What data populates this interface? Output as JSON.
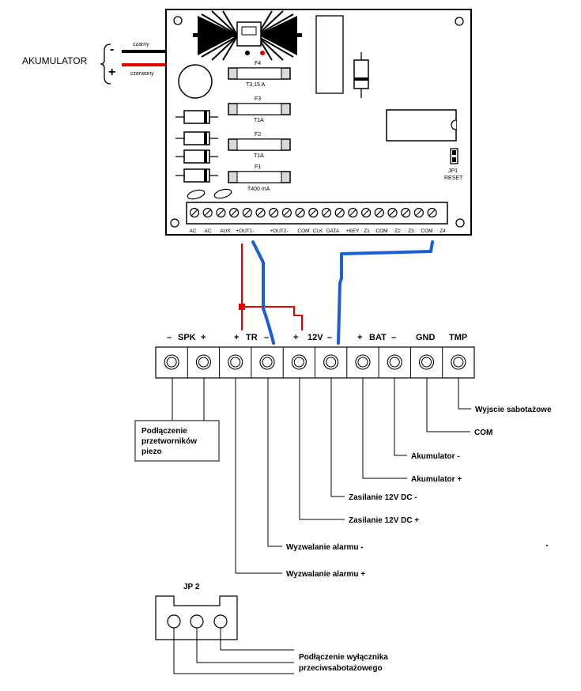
{
  "battery": {
    "label": "AKUMULATOR",
    "minus_sign": "-",
    "plus_sign": "+",
    "black_wire": "czarny",
    "red_wire": "czerwony"
  },
  "board": {
    "fuses": [
      {
        "name": "F4",
        "rating": "T3,15 A"
      },
      {
        "name": "F3",
        "rating": "T1A"
      },
      {
        "name": "F2",
        "rating": "T1A"
      },
      {
        "name": "F1",
        "rating": "T400 mA"
      }
    ],
    "jumper_name": "JP1",
    "jumper_label": "RESET",
    "terminal_labels": [
      "AC",
      "AC",
      "AUX",
      "+OUT1-",
      "+OUT2-",
      "COM",
      "CLK",
      "DATA",
      "+KEY",
      "Z1",
      "COM",
      "Z2",
      "Z3",
      "COM",
      "Z4"
    ]
  },
  "siren": {
    "headers": {
      "spk": "SPK",
      "spk_minus": "–",
      "spk_plus": "+",
      "tr_plus": "+",
      "tr": "TR",
      "tr_minus": "–",
      "v12_plus": "+",
      "v12": "12V",
      "v12_minus": "–",
      "bat_plus": "+",
      "bat": "BAT",
      "bat_minus": "–",
      "gnd": "GND",
      "tmp": "TMP"
    },
    "piezo_box": [
      "Podłączenie",
      "przetworników",
      "piezo"
    ],
    "callouts": [
      "Wyjscie sabotażowe",
      "COM",
      "Akumulator -",
      "Akumulator +",
      "Zasilanie 12V DC -",
      "Zasilanie 12V DC +",
      "Wyzwalanie alarmu -",
      "Wyzwalanie alarmu +"
    ]
  },
  "jp2": {
    "title": "JP 2",
    "caption": [
      "Podłączenie wyłącznika",
      "przeciwsabotażowego"
    ]
  },
  "colors": {
    "red_wire": "#e00000",
    "blue_wire": "#1a5fd6",
    "black_wire": "#000000",
    "fuse_fill": "#d9d9d9"
  }
}
